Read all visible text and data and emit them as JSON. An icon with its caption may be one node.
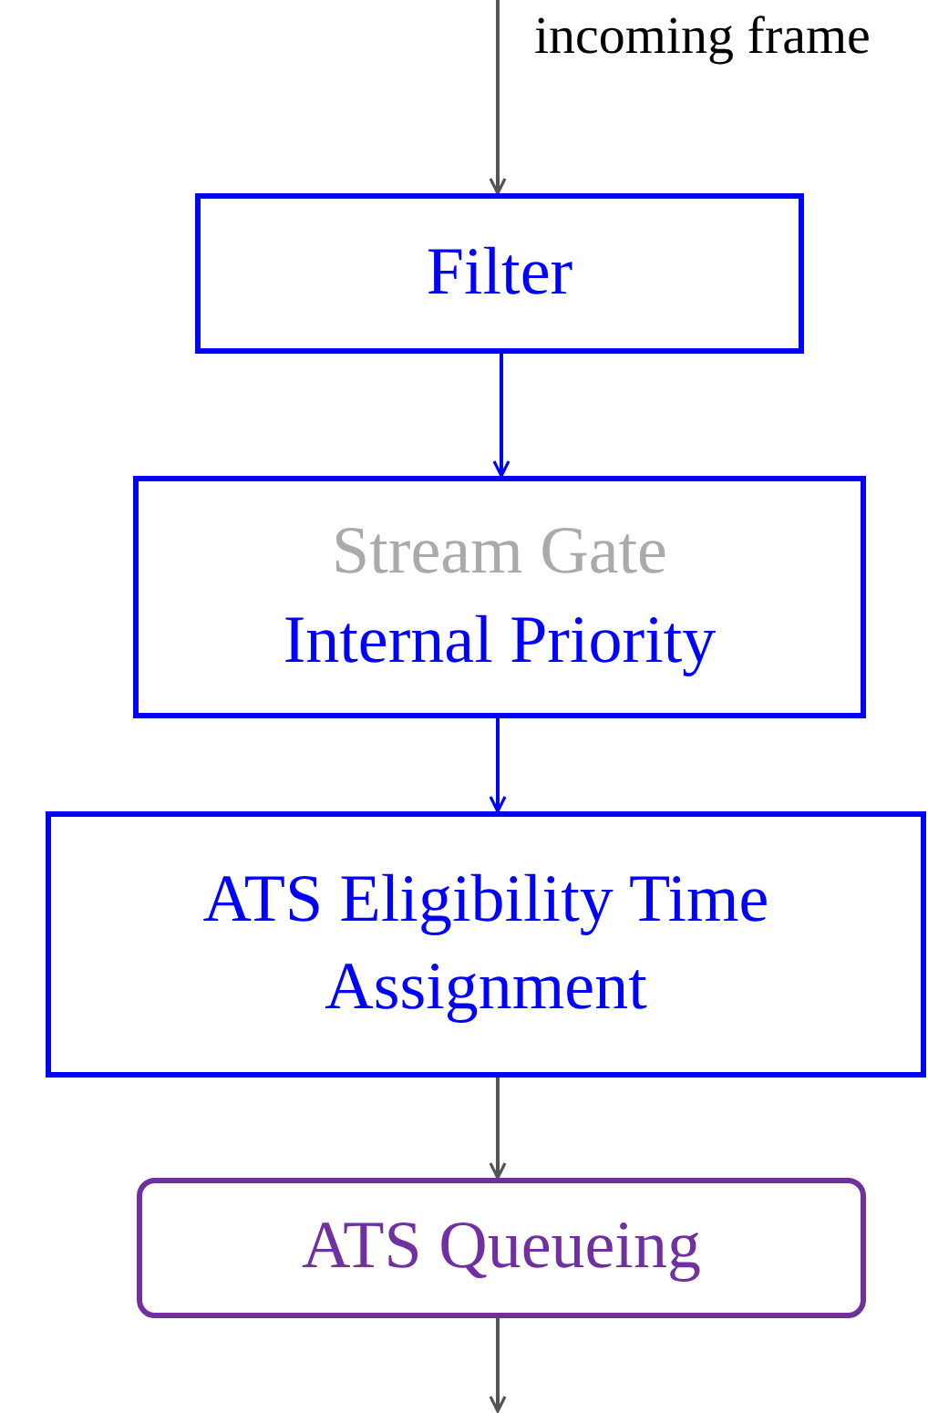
{
  "diagram": {
    "nodes": [
      {
        "text": [
          "Filter"
        ]
      },
      {
        "text": [
          "Stream Gate",
          "Internal Priority"
        ]
      },
      {
        "text": [
          "ATS Eligibility Time Assignment"
        ]
      },
      {
        "text": [
          "ATS Queueing"
        ]
      }
    ],
    "edges": [
      {
        "from": null,
        "to": 0,
        "arrow": "to",
        "label": "incoming frame"
      },
      {
        "from": 0,
        "to": 1,
        "arrow": "to",
        "color": "#0000ff"
      },
      {
        "from": 1,
        "to": 2,
        "arrow": "to",
        "color": "#0000ff"
      },
      {
        "from": 2,
        "to": 3,
        "arrow": "to"
      },
      {
        "from": 3,
        "to": null,
        "arrow": "to"
      }
    ]
  }
}
